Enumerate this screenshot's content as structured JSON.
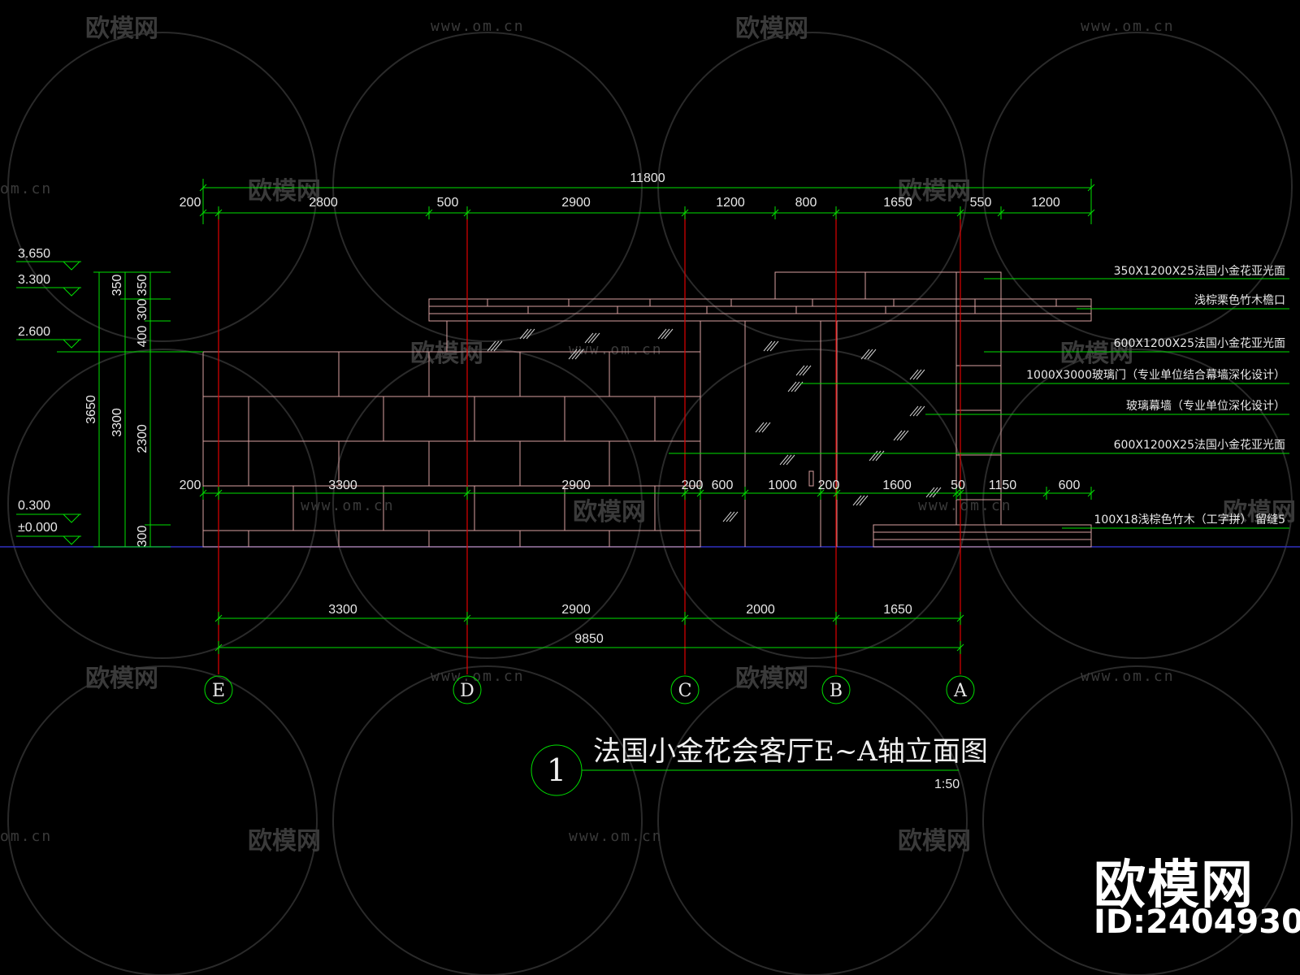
{
  "title": "法国小金花会客厅E~A轴立面图",
  "title_number": "1",
  "scale": "1:50",
  "axes": [
    "E",
    "D",
    "C",
    "B",
    "A"
  ],
  "dims": {
    "overall_top": "11800",
    "top_row": [
      "200",
      "2800",
      "500",
      "2900",
      "1200",
      "800",
      "1650",
      "550",
      "1200"
    ],
    "mid_row": [
      "200",
      "3300",
      "2900",
      "200",
      "600",
      "1000",
      "200",
      "1600",
      "50",
      "1150",
      "600"
    ],
    "bottom_row": [
      "3300",
      "2900",
      "2000",
      "1650"
    ],
    "overall_bottom": "9850",
    "vertical_outer": "3650",
    "vertical_mid": "3300",
    "vertical_inner": [
      "350",
      "300",
      "350",
      "400",
      "2300",
      "300"
    ]
  },
  "levels": [
    "3.650",
    "3.300",
    "2.600",
    "0.300",
    "±0.000"
  ],
  "notes": [
    "350X1200X25法国小金花亚光面",
    "浅棕栗色竹木檐口",
    "600X1200X25法国小金花亚光面",
    "1000X3000玻璃门（专业单位结合幕墙深化设计）",
    "玻璃幕墙（专业单位深化设计）",
    "600X1200X25法国小金花亚光面",
    "100X18浅棕色竹木（工字拼） 留缝5"
  ],
  "watermark": {
    "brand": "欧模网",
    "url": "www.om.cn",
    "url_short": "om.cn"
  },
  "logo": {
    "brand": "欧模网",
    "id": "ID:2404930"
  },
  "colors": {
    "dim": "#00e000",
    "axis": "#e00000",
    "wall": "#d8a0a0",
    "ground": "#3030c0",
    "text": "#e8e8e8"
  }
}
